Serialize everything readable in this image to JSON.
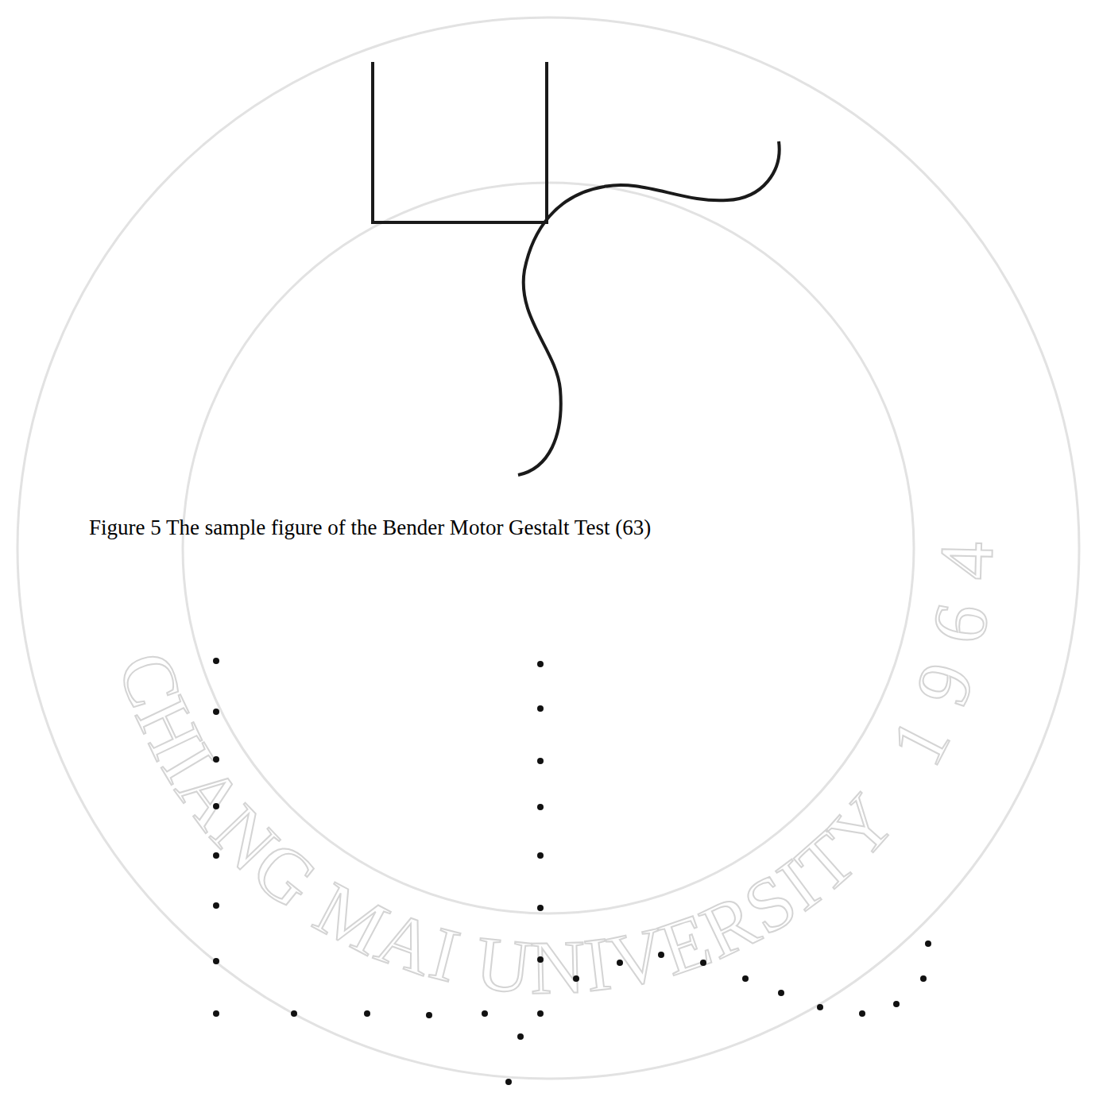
{
  "diagram": {
    "caption": "Figure 5 The sample figure of the Bender Motor Gestalt Test (63)",
    "labels": [
      "CHIANG MAI UNIVERSITY",
      "1964"
    ]
  }
}
